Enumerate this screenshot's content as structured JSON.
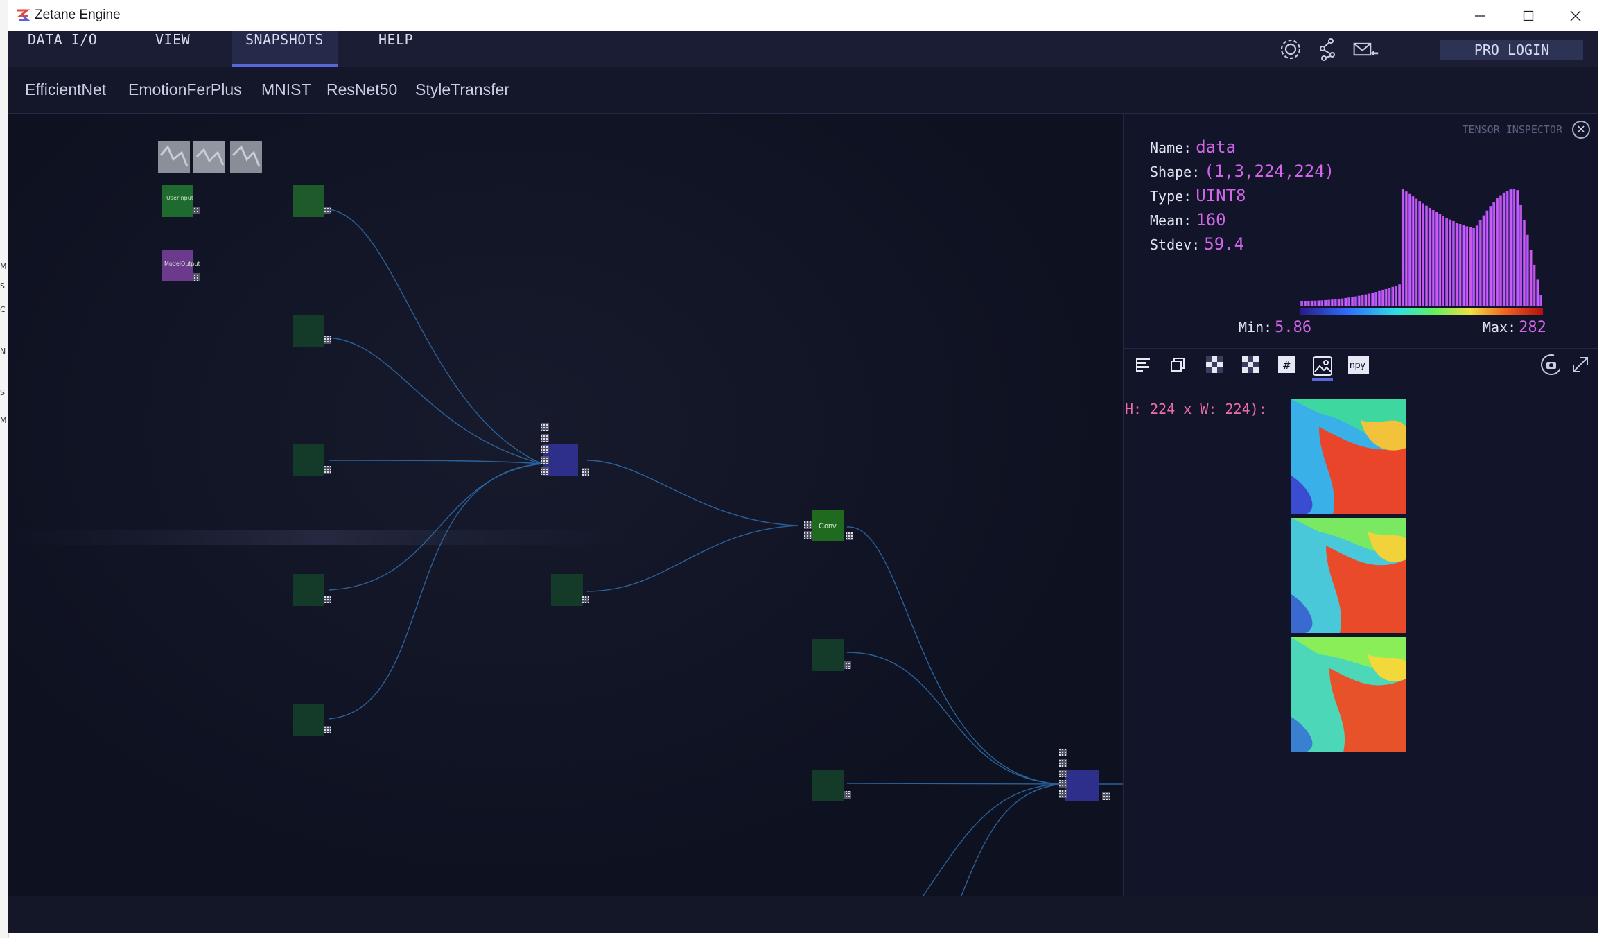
{
  "window": {
    "title": "Zetane Engine"
  },
  "menu": {
    "items": [
      "DATA I/O",
      "VIEW",
      "SNAPSHOTS",
      "HELP"
    ],
    "active": "SNAPSHOTS",
    "pro_login": "PRO LOGIN"
  },
  "snapshots": [
    "EfficientNet",
    "EmotionFerPlus",
    "MNIST",
    "ResNet50",
    "StyleTransfer"
  ],
  "graph": {
    "conv_node_label": "Conv",
    "input_node_label": "UserInput",
    "output_node_label": "ModelOutput"
  },
  "inspector": {
    "title": "TENSOR INSPECTOR",
    "name_label": "Name:",
    "name_value": "data",
    "shape_label": "Shape:",
    "shape_value": "(1,3,224,224)",
    "type_label": "Type:",
    "type_value": "UINT8",
    "mean_label": "Mean:",
    "mean_value": "160",
    "stdev_label": "Stdev:",
    "stdev_value": "59.4",
    "min_label": "Min:",
    "min_value": "5.86",
    "max_label": "Max:",
    "max_value": "282",
    "dims_text": "H: 224 x W: 224):",
    "npy_label": "npy",
    "hash_label": "#"
  },
  "colors": {
    "accent": "#5968d8",
    "value": "#d166e8",
    "dims": "#f06ca8",
    "node_green": "#1e5a2a",
    "node_dark_green": "#143a2a",
    "node_blue": "#2d2f8a",
    "node_purple": "#6b3a8c"
  }
}
